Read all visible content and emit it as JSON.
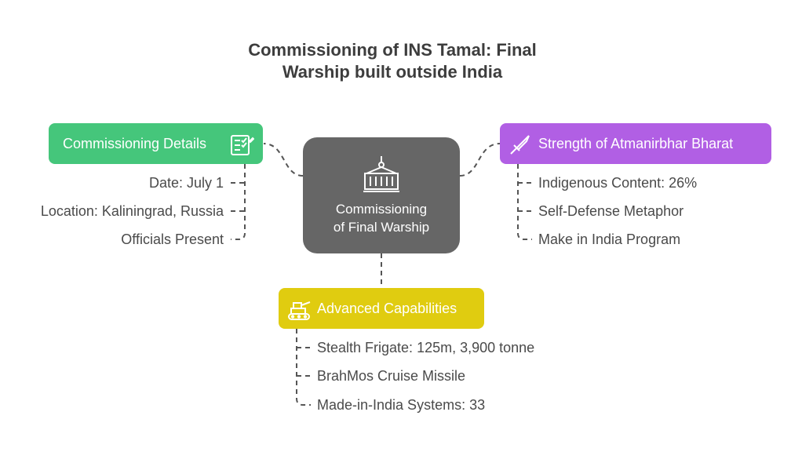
{
  "title": {
    "line1": "Commissioning of INS Tamal: Final",
    "line2": "Warship built outside India"
  },
  "center": {
    "label_line1": "Commissioning",
    "label_line2": "of Final Warship",
    "icon": "container-crane-icon"
  },
  "branches": {
    "commissioning": {
      "label": "Commissioning Details",
      "icon": "checklist-icon",
      "color": "#45c67b",
      "items": [
        "Date: July 1",
        "Location: Kaliningrad, Russia",
        "Officials Present"
      ]
    },
    "atmanirbhar": {
      "label": "Strength of Atmanirbhar Bharat",
      "icon": "sword-icon",
      "color": "#b15fe4",
      "items": [
        "Indigenous Content: 26%",
        "Self-Defense Metaphor",
        "Make in India Program"
      ]
    },
    "capabilities": {
      "label": "Advanced Capabilities",
      "icon": "tank-icon",
      "color": "#e0cc10",
      "items": [
        "Stealth Frigate: 125m, 3,900 tonne",
        "BrahMos Cruise Missile",
        "Made-in-India Systems: 33"
      ]
    }
  }
}
